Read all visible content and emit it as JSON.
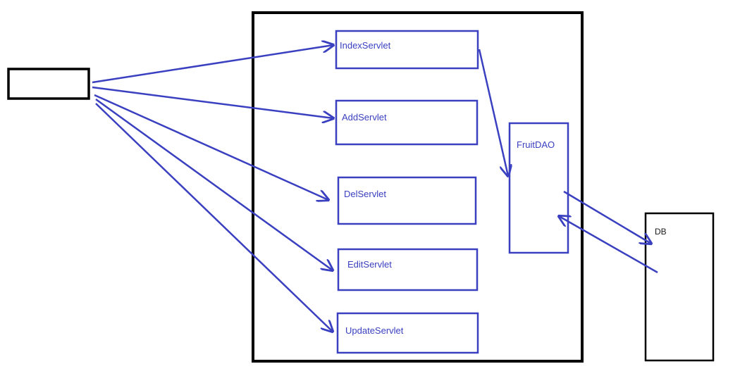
{
  "diagram": {
    "colors": {
      "blue": "#3a40c0",
      "black": "#000000"
    },
    "client": {
      "label": ""
    },
    "servlets": [
      {
        "id": "index",
        "label": "IndexServlet"
      },
      {
        "id": "add",
        "label": "AddServlet"
      },
      {
        "id": "del",
        "label": "DelServlet"
      },
      {
        "id": "edit",
        "label": "EditServlet"
      },
      {
        "id": "update",
        "label": "UpdateServlet"
      }
    ],
    "dao": {
      "label": "FruitDAO"
    },
    "db": {
      "label": "DB"
    }
  }
}
